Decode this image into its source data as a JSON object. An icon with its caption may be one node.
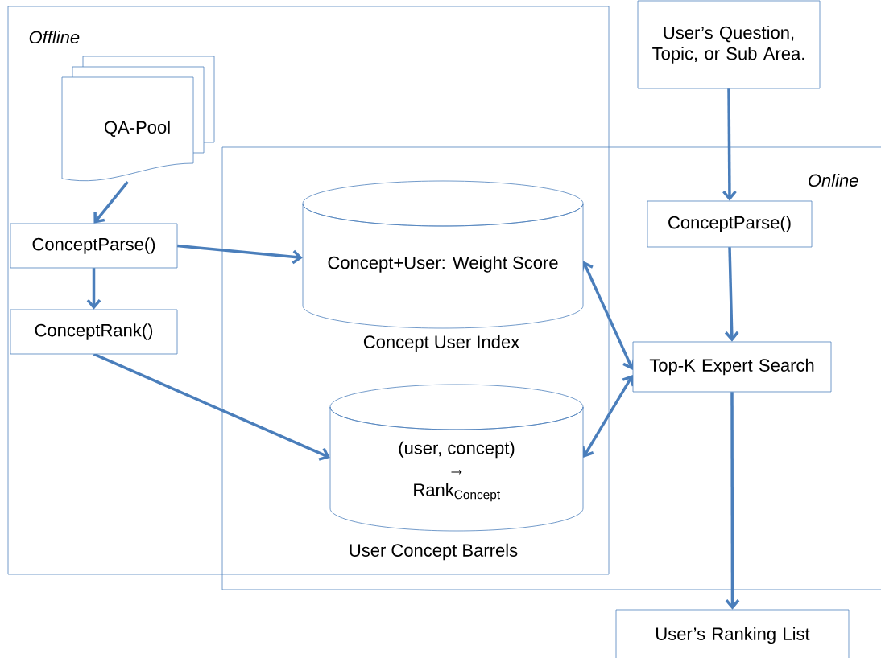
{
  "diagram": {
    "nodes": [
      {
        "text": [
          "Offline"
        ]
      },
      {
        "text": [
          "Online"
        ]
      },
      {
        "text": [
          "QA-Pool"
        ],
        "in": 0
      },
      {
        "text": [
          "ConceptParse()"
        ],
        "in": 0
      },
      {
        "text": [
          "ConceptRank()"
        ],
        "in": 0
      },
      {
        "text": [
          "Concept+User: Weight Score"
        ],
        "beside": [
          "Concept User Index"
        ]
      },
      {
        "text": [
          "(user, concept) → Rank$_{Concept}$"
        ],
        "beside": [
          "User Concept Barrels"
        ]
      },
      {
        "text": [
          "User’s Question, Topic, or Sub Area."
        ]
      },
      {
        "text": [
          "ConceptParse()"
        ],
        "in": 1
      },
      {
        "text": [
          "Top-K Expert Search"
        ],
        "in": 1
      },
      {
        "text": [
          "User’s Ranking List"
        ]
      }
    ],
    "edges": [
      {
        "from": 2,
        "to": 3,
        "arrow": "to"
      },
      {
        "from": 3,
        "to": 5,
        "arrow": "to"
      },
      {
        "from": 3,
        "to": 4,
        "arrow": "to"
      },
      {
        "from": 4,
        "to": 6,
        "arrow": "to"
      },
      {
        "from": 5,
        "to": 9,
        "arrow": "both"
      },
      {
        "from": 6,
        "to": 9,
        "arrow": "both"
      },
      {
        "from": 7,
        "to": 8,
        "arrow": "to"
      },
      {
        "from": 8,
        "to": 9,
        "arrow": "to"
      },
      {
        "from": 9,
        "to": 10,
        "arrow": "to"
      }
    ]
  }
}
